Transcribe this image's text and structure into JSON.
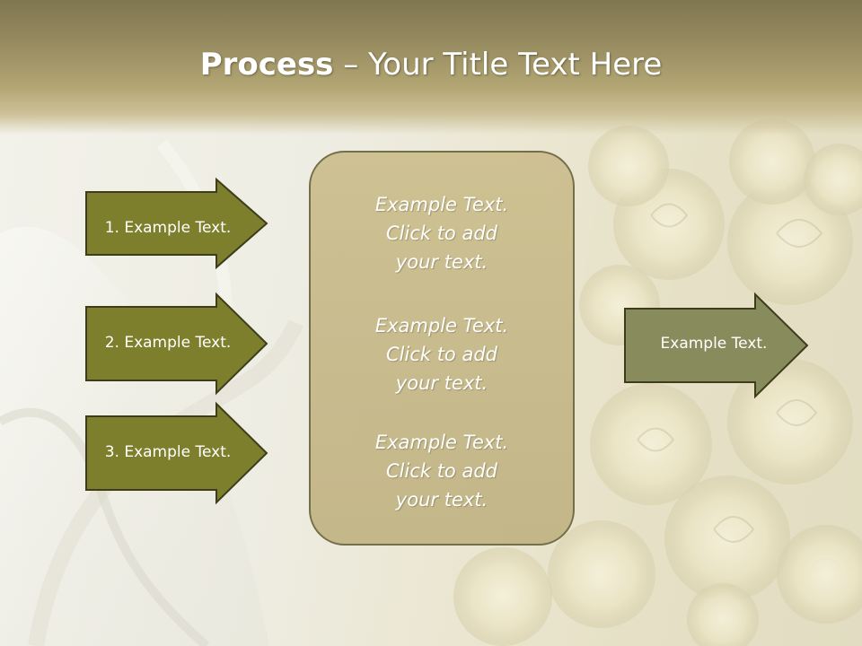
{
  "title": {
    "bold_part": "Process",
    "rest_part": " – Your Title Text Here"
  },
  "left_steps": [
    {
      "label": "1. Example Text."
    },
    {
      "label": "2. Example Text."
    },
    {
      "label": "3. Example Text."
    }
  ],
  "center_blocks": [
    {
      "line1": "Example Text.",
      "line2": "Click  to add",
      "line3": "your text."
    },
    {
      "line1": "Example Text.",
      "line2": "Click  to add",
      "line3": "your text."
    },
    {
      "line1": "Example Text.",
      "line2": "Click  to add",
      "line3": "your text."
    }
  ],
  "right_output": {
    "label": "Example Text."
  },
  "colors": {
    "left_arrow_fill": "#7e7f2c",
    "right_arrow_fill": "#888c5c",
    "arrow_stroke": "#3d3d1c",
    "center_box_fill": "#c8bb8c",
    "title_band": "#958a5f"
  }
}
